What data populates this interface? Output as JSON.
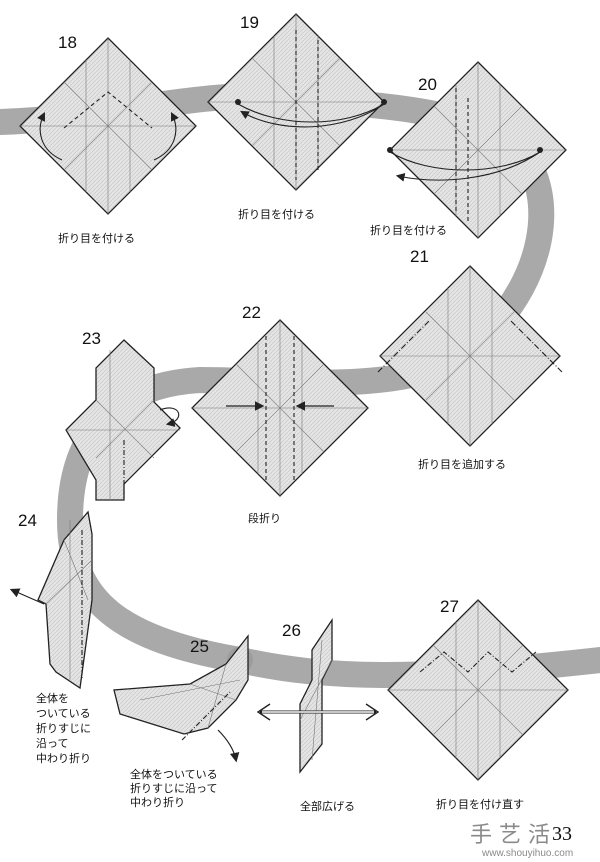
{
  "steps": [
    {
      "num": "18",
      "caption": "折り目を付ける"
    },
    {
      "num": "19",
      "caption": "折り目を付ける"
    },
    {
      "num": "20",
      "caption": "折り目を付ける"
    },
    {
      "num": "21",
      "caption": "折り目を追加する"
    },
    {
      "num": "22",
      "caption": "段折り"
    },
    {
      "num": "23"
    },
    {
      "num": "24",
      "caption_lines": [
        "全体を",
        "ついている",
        "折りすじに",
        "沿って",
        "中わり折り"
      ]
    },
    {
      "num": "25",
      "caption_lines": [
        "全体をついている",
        "折りすじに沿って",
        "中わり折り"
      ]
    },
    {
      "num": "26",
      "caption": "全部広げる"
    },
    {
      "num": "27",
      "caption": "折り目を付け直す"
    }
  ],
  "page_number": "33",
  "watermark": {
    "text": "手 艺 活",
    "url": "www.shouyihuo.com"
  },
  "colors": {
    "paper": "#dcdcdc",
    "ribbon": "#9a9a9a",
    "line": "#2a2a2a"
  }
}
